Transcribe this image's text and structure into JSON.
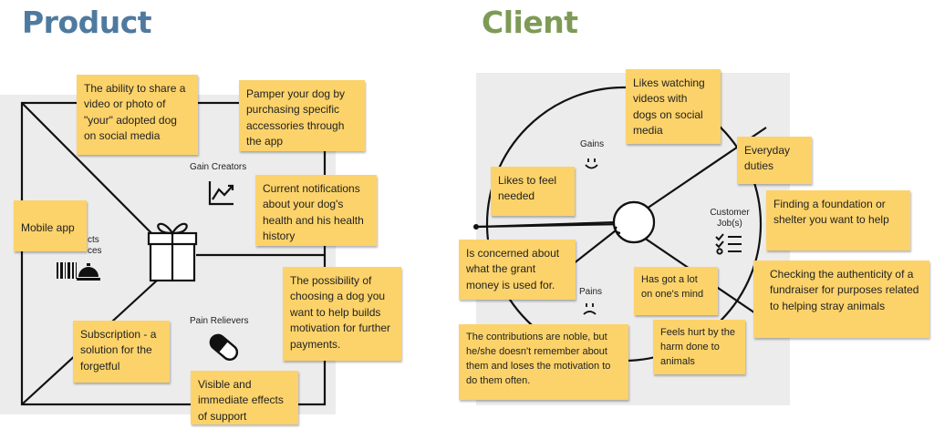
{
  "headings": {
    "product": "Product",
    "client": "Client"
  },
  "colors": {
    "product_title": "#4f7aa0",
    "client_title": "#7e9a56",
    "sticky_note": "#fcd36a",
    "panel": "#ececec"
  },
  "product": {
    "sections": {
      "gain_creators": "Gain Creators",
      "pain_relievers": "Pain Relievers",
      "products_services_partial_1": "cts",
      "products_services_partial_2": "ces"
    },
    "icons": [
      "gift-icon",
      "trend-chart-icon",
      "pill-icon",
      "barcode-icon",
      "service-bell-icon"
    ],
    "notes": {
      "share_video": "The ability to share a video or photo of \"your\" adopted dog on social media",
      "pamper_dog": "Pamper your dog by purchasing specific accessories through the app",
      "notifications": "Current notifications about your dog's health and his health history",
      "mobile_app": "Mobile app",
      "choose_dog": "The possibility of choosing a dog you want to help builds motivation for further payments.",
      "subscription": "Subscription - a solution for the forgetful",
      "visible_effects": "Visible and immediate effects of support"
    }
  },
  "client": {
    "sections": {
      "gains": "Gains",
      "pains": "Pains",
      "customer_jobs": "Customer Job(s)"
    },
    "icons": [
      "smile-icon",
      "frown-icon",
      "checklist-icon",
      "face-icon"
    ],
    "notes": {
      "likes_videos": "Likes watching videos with dogs on social media",
      "everyday_duties": "Everyday duties",
      "likes_needed": "Likes to feel needed",
      "finding_foundation": "Finding a foundation or shelter you want to help",
      "concerned_money": "Is concerned about what the grant money is used for.",
      "got_a_lot": "Has got a lot on one's mind",
      "checking_authenticity": "Checking the authenticity of a fundraiser for purposes related to helping stray animals",
      "contributions_noble": "The contributions are noble, but he/she doesn't remember about them and loses the motivation to do them often.",
      "feels_hurt": "Feels hurt by the harm done to animals"
    }
  }
}
